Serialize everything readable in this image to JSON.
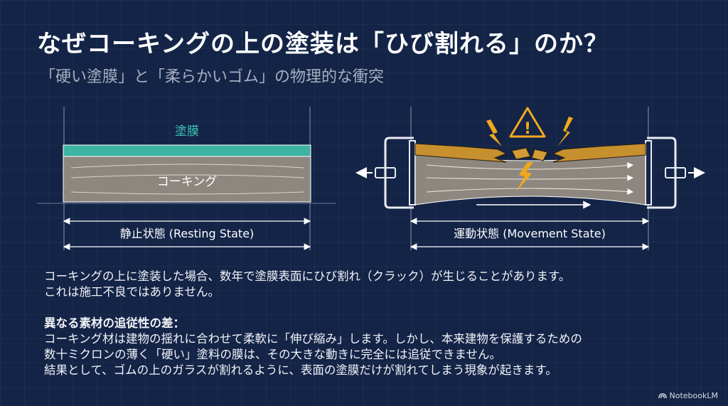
{
  "title": "なぜコーキングの上の塗装は「ひび割れる」のか？",
  "subtitle": "「硬い塗膜」と「柔らかいゴム」の物理的な衝突",
  "diagram": {
    "left": {
      "film_label": "塗膜",
      "caulk_label": "コーキング",
      "state_label": "静止状態 (Resting State)"
    },
    "right": {
      "state_label": "運動状態 (Movement State)",
      "warning_symbol": "!"
    },
    "colors": {
      "film": "#3fb3a4",
      "caulk": "#8e8780",
      "crack_paint": "#c7902f",
      "lightning": "#f2a81d",
      "background": "#132447"
    }
  },
  "body": {
    "p1_line1": "コーキングの上に塗装した場合、数年で塗膜表面にひび割れ（クラック）が生じることがあります。",
    "p1_line2": "これは施工不良ではありません。",
    "heading": "異なる素材の追従性の差：",
    "p2_line1": "コーキング材は建物の揺れに合わせて柔軟に「伸び縮み」します。しかし、本来建物を保護するための",
    "p2_line2": "数十ミクロンの薄く「硬い」塗料の膜は、その大きな動きに完全には追従できません。",
    "p2_line3": "結果として、ゴムの上のガラスが割れるように、表面の塗膜だけが割れてしまう現象が起きます。"
  },
  "brand": "NotebookLM"
}
